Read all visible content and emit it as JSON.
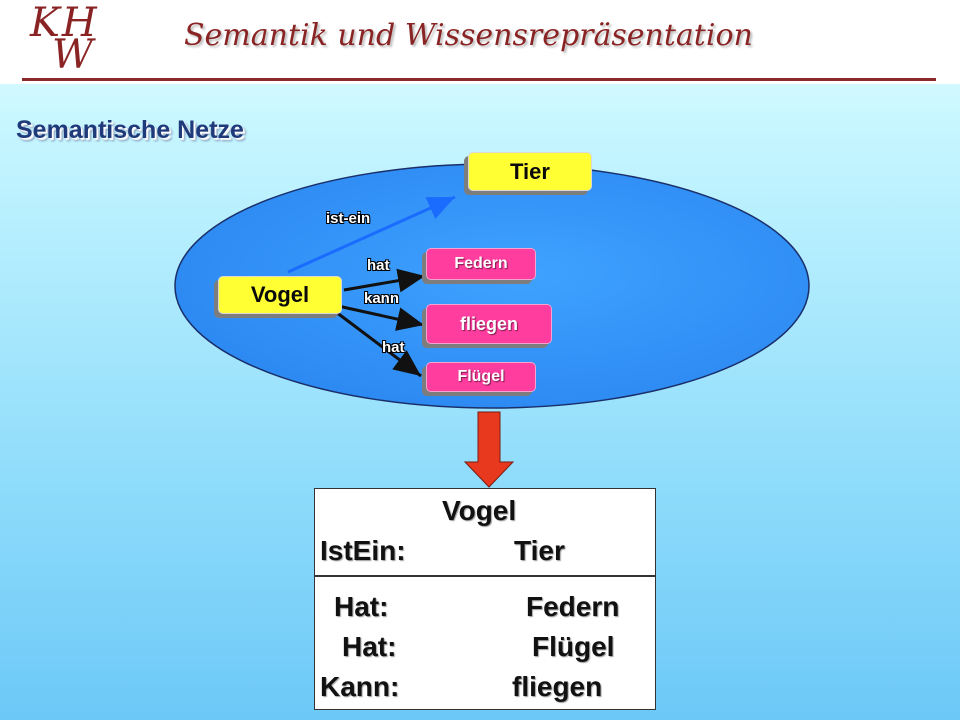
{
  "header": {
    "logo_line1": "KH",
    "logo_line2": "W",
    "title": "Semantik und Wissensrepräsentation"
  },
  "slide": {
    "subtitle": "Semantische Netze"
  },
  "network": {
    "nodes": {
      "vogel": "Vogel",
      "tier": "Tier",
      "federn": "Federn",
      "fliegen": "fliegen",
      "fluegel": "Flügel"
    },
    "edges": {
      "ist_ein": "ist-ein",
      "hat_federn": "hat",
      "kann_fliegen": "kann",
      "hat_fluegel": "hat"
    }
  },
  "frame": {
    "name": "Vogel",
    "rows": [
      {
        "slot": "IstEin:",
        "value": "Tier"
      },
      {
        "slot": "Hat:",
        "value": "Federn"
      },
      {
        "slot": "Hat:",
        "value": "Flügel"
      },
      {
        "slot": "Kann:",
        "value": "fliegen"
      }
    ]
  },
  "colors": {
    "header_accent": "#8a2424",
    "ellipse_fill": "#3399ff",
    "node_yellow": "#ffff33",
    "node_pink": "#ff3d9e",
    "isa_arrow": "#1a6cff",
    "big_arrow": "#e8391f"
  }
}
